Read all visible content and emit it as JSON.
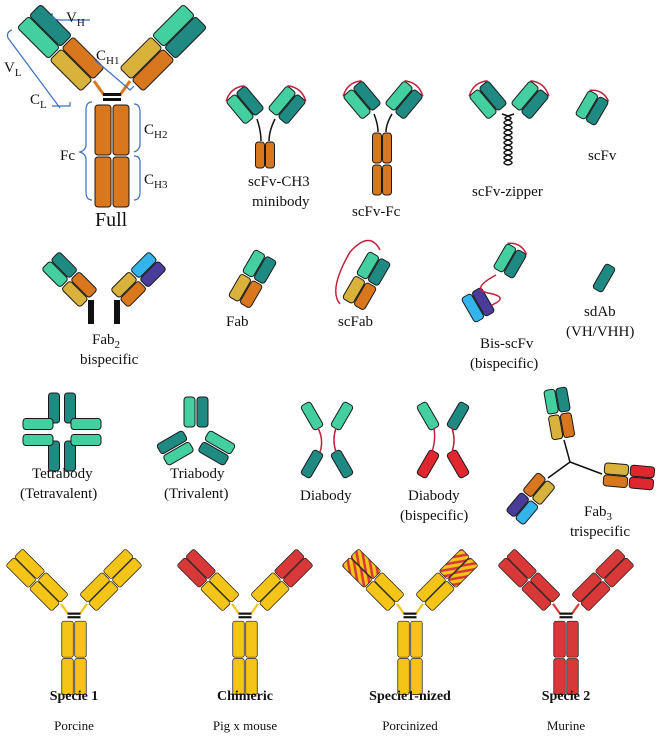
{
  "colors": {
    "vh": "#1f8a82",
    "vl": "#44cfa0",
    "ch": "#d9771f",
    "cl": "#d8b23b",
    "fc": "#d9771f",
    "purple": "#4a3d9a",
    "blue": "#33b4ea",
    "red": "#e0262f",
    "linker": "#c0203a",
    "yellow": "#f5c418",
    "murine": "#d93838",
    "black": "#111111"
  },
  "icons": [
    "antibody-full-icon",
    "scfv-icon",
    "fab-icon",
    "diabody-icon",
    "tetrabody-icon",
    "triabody-icon",
    "helix-zipper-icon"
  ],
  "full": {
    "vh": "V",
    "vh_sub": "H",
    "vl": "V",
    "vl_sub": "L",
    "ch1": "C",
    "ch1_sub": "H1",
    "cl": "C",
    "cl_sub": "L",
    "ch2": "C",
    "ch2_sub": "H2",
    "ch3": "C",
    "ch3_sub": "H3",
    "fc": "Fc",
    "name": "Full"
  },
  "row1": {
    "minibody_l1": "scFv-CH3",
    "minibody_l2": "minibody",
    "scfv_fc": "scFv-Fc",
    "zipper": "scFv-zipper",
    "scfv": "scFv"
  },
  "row2": {
    "fab2_l1": "Fab",
    "fab2_sub": "2",
    "fab2_l2": "bispecific",
    "fab": "Fab",
    "scfab": "scFab",
    "bis_l1": "Bis-scFv",
    "bis_l2": "(bispecific)",
    "sdab_l1": "sdAb",
    "sdab_l2": "(VH/VHH)"
  },
  "row3": {
    "tetra_l1": "Tetrabody",
    "tetra_l2": "(Tetravalent)",
    "tri_l1": "Triabody",
    "tri_l2": "(Trivalent)",
    "diabody": "Diabody",
    "diabis_l1": "Diabody",
    "diabis_l2": "(bispecific)",
    "fab3_l1": "Fab",
    "fab3_sub": "3",
    "fab3_l2": "trispecific"
  },
  "row4": {
    "s1_bold": "Specie 1",
    "s1_sub": "Porcine",
    "chim_bold": "Chimeric",
    "chim_sub": "Pig x mouse",
    "nized_bold": "Specie1-nized",
    "nized_sub": "Porcinized",
    "s2_bold": "Specie 2",
    "s2_sub": "Murine"
  }
}
